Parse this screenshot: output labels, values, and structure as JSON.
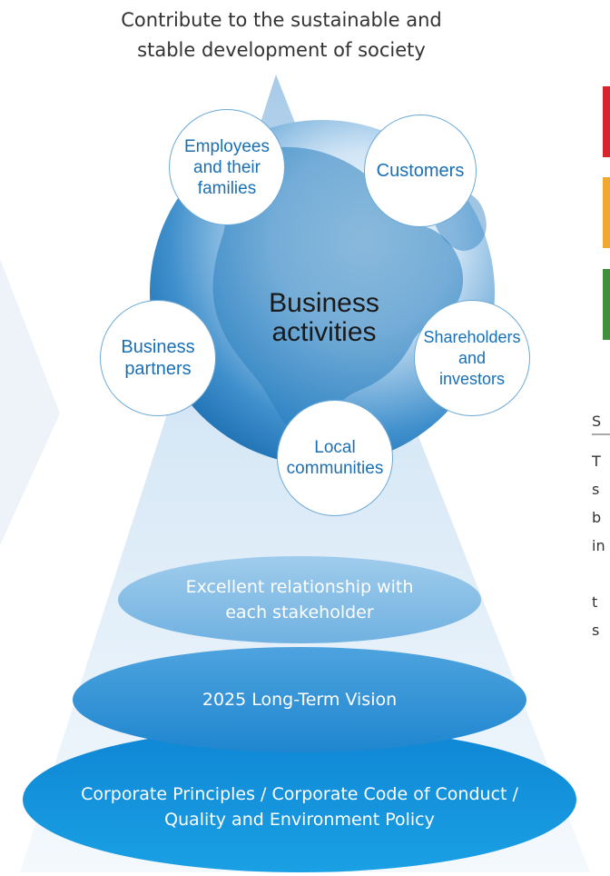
{
  "top_caption": {
    "line1": "Contribute to the sustainable and",
    "line2": "stable development of society"
  },
  "center": {
    "line1": "Business",
    "line2": "activities"
  },
  "stakeholders": {
    "employees": [
      "Employees",
      "and their",
      "families"
    ],
    "customers": [
      "Customers"
    ],
    "partners": [
      "Business",
      "partners"
    ],
    "shareholders": [
      "Shareholders",
      "and",
      "investors"
    ],
    "communities": [
      "Local",
      "communities"
    ]
  },
  "foundation": {
    "relationship": [
      "Excellent relationship with",
      "each stakeholder"
    ],
    "vision": "2025 Long-Term Vision",
    "principles": [
      "Corporate Principles / Corporate Code of Conduct /",
      "Quality and Environment Policy"
    ]
  },
  "side": {
    "heading": "S",
    "lines": [
      "T",
      "s",
      "b",
      "in",
      "",
      "t",
      "s"
    ]
  },
  "colors": {
    "pyramid_light": "#f2f8fd",
    "pyramid_dark": "#b7d6ee",
    "globe": "#1f7fc4",
    "ellipse_top": "#7bb6e3",
    "ellipse_mid": "#2d8fd6",
    "ellipse_bottom": "#1a9ae0",
    "stakeholder_text": "#1b6fb3",
    "side_red": "#d9242b",
    "side_yellow": "#f0a92d",
    "side_green": "#3f8f3c",
    "chevron": "#eef3f8"
  }
}
